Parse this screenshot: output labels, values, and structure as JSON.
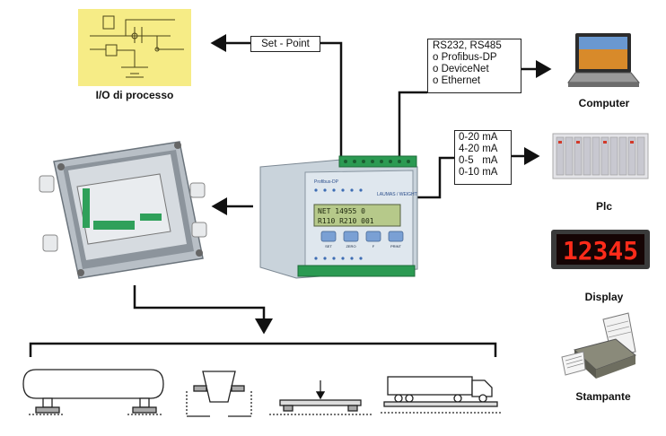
{
  "labels": {
    "io_process": "I/O di processo",
    "setpoint": "Set - Point",
    "computer": "Computer",
    "plc": "Plc",
    "display": "Display",
    "printer": "Stampante"
  },
  "serial_outputs": [
    "RS232, RS485",
    "o Profibus-DP",
    "o DeviceNet",
    "o Ethernet"
  ],
  "analog_outputs": [
    "0-20 mA",
    "4-20 mA",
    "0-5   mA",
    "0-10 mA"
  ],
  "device": {
    "brand": "Profibus-DP",
    "model": "LAUMAS / WEIGHT",
    "lcd_line1": "NET    14955 0",
    "lcd_line2": "R110   R210 001",
    "keys": [
      "SET",
      "ZERO",
      "F",
      "PRINT"
    ]
  },
  "display_value": "12345"
}
